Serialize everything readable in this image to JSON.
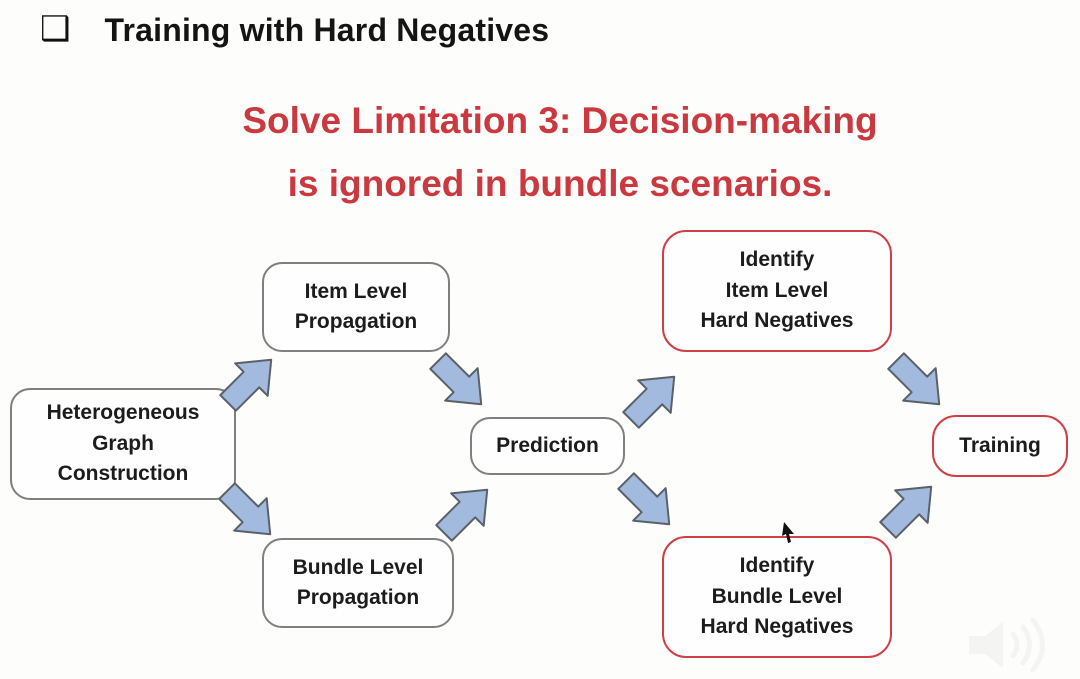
{
  "slide": {
    "bullet_glyph": "❑",
    "title": "Training with Hard Negatives",
    "subtitle": "Solve Limitation 3: Decision-making\nis ignored in bundle scenarios."
  },
  "diagram": {
    "hetero": {
      "label": "Heterogeneous\nGraph\nConstruction",
      "border": "gray"
    },
    "item_prop": {
      "label": "Item Level\nPropagation",
      "border": "gray"
    },
    "bundle_prop": {
      "label": "Bundle Level\nPropagation",
      "border": "gray"
    },
    "prediction": {
      "label": "Prediction",
      "border": "gray"
    },
    "identify_item": {
      "label": "Identify\nItem Level\nHard Negatives",
      "border": "red"
    },
    "identify_bundle": {
      "label": "Identify\nBundle Level\nHard Negatives",
      "border": "red"
    },
    "training": {
      "label": "Training",
      "border": "red"
    },
    "arrows": [
      {
        "from": "hetero",
        "to": "item_prop",
        "direction": "up-right"
      },
      {
        "from": "hetero",
        "to": "bundle_prop",
        "direction": "down-right"
      },
      {
        "from": "item_prop",
        "to": "prediction",
        "direction": "down-right"
      },
      {
        "from": "bundle_prop",
        "to": "prediction",
        "direction": "up-right"
      },
      {
        "from": "prediction",
        "to": "identify_item",
        "direction": "up-right"
      },
      {
        "from": "prediction",
        "to": "identify_bundle",
        "direction": "down-right"
      },
      {
        "from": "identify_item",
        "to": "training",
        "direction": "down-right"
      },
      {
        "from": "identify_bundle",
        "to": "training",
        "direction": "up-right"
      }
    ]
  },
  "colors": {
    "accent_red_text": "#c9393f",
    "box_border_gray": "#7f7f7f",
    "box_border_red": "#cf4046",
    "arrow_fill": "#a2badd",
    "arrow_stroke": "#5a6169",
    "background": "#fdfdfc"
  }
}
